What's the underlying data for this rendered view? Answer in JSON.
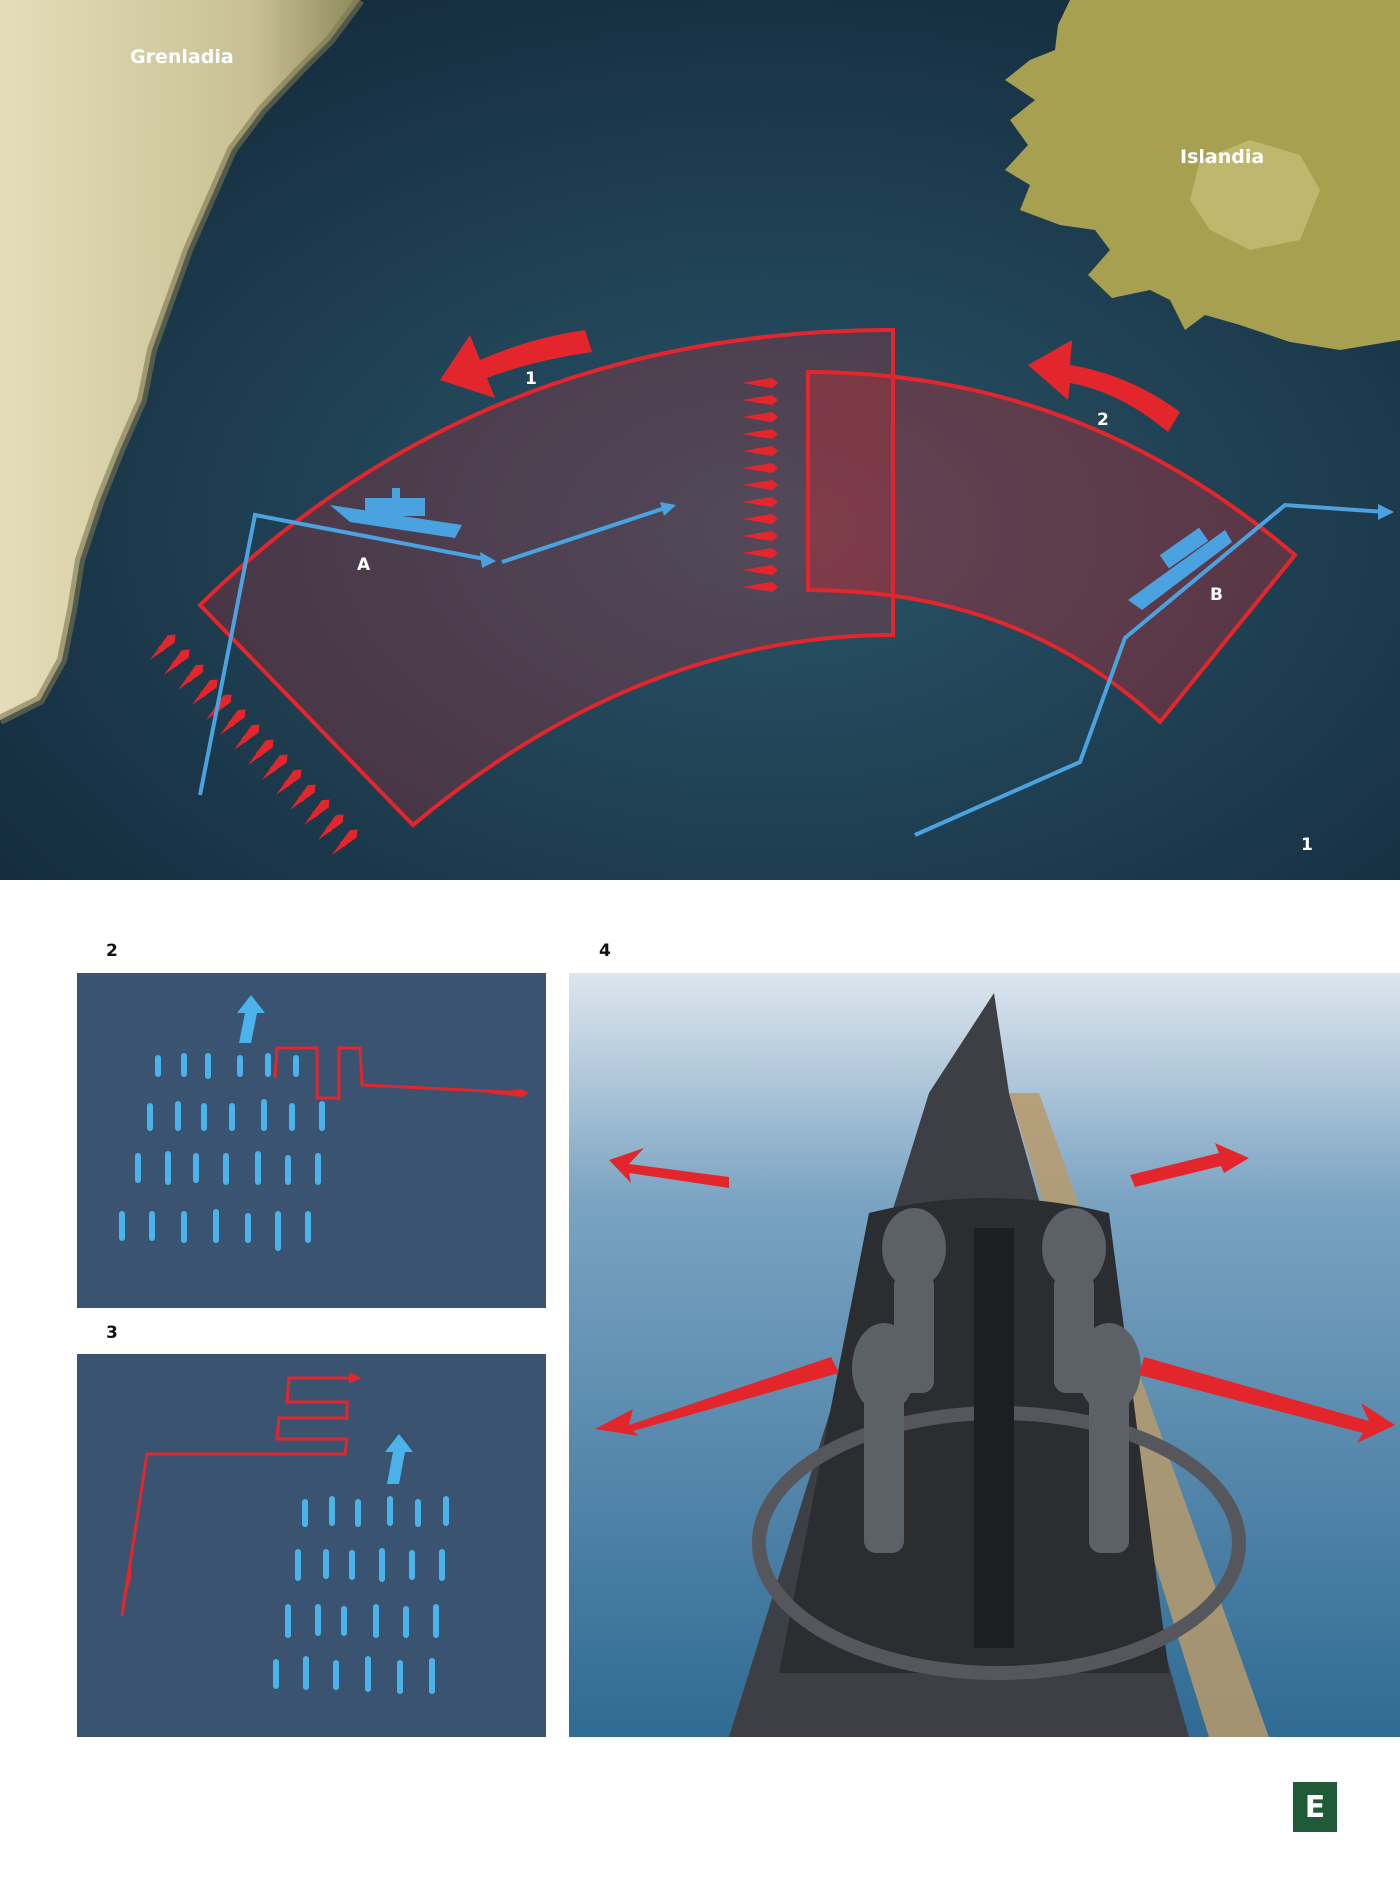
{
  "map": {
    "greenland_label": "Grenladia",
    "iceland_label": "Islandia",
    "arrow1_label": "1",
    "arrow2_label": "2",
    "ship_a_label": "A",
    "ship_b_label": "B",
    "panel_number": "1"
  },
  "panel2": {
    "number": "2"
  },
  "panel3": {
    "number": "3"
  },
  "panel4": {
    "number": "4"
  },
  "badge": {
    "letter": "E"
  },
  "colors": {
    "ocean": "#1d3a4c",
    "patrol_zone": "#e3262b",
    "convoy": "#4aa3e0",
    "greenland": "#d9d2a8",
    "iceland": "#a6a050",
    "badge": "#1f5b38"
  }
}
